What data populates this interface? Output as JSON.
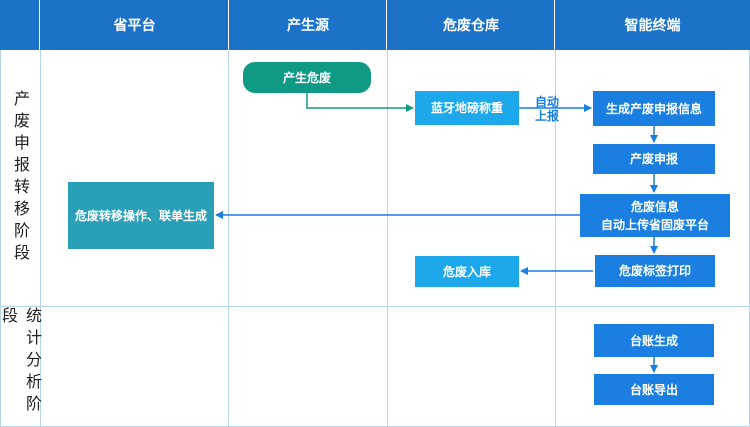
{
  "header": {
    "platform": "省平台",
    "producer": "产生源",
    "warehouse": "危废仓库",
    "terminal": "智能终端"
  },
  "phases": {
    "transfer": "产废申报转移阶段",
    "analysis": "统计分析阶段"
  },
  "nodes": {
    "generate": "产生危废",
    "weigh": "蓝牙地磅称重",
    "gen_declare": "生成产废申报信息",
    "declare": "产废申报",
    "upload_line1": "危废信息",
    "upload_line2": "自动上传省固废平台",
    "transfer_op": "危废转移操作、联单生成",
    "print_label": "危废标签打印",
    "storage": "危废入库",
    "ledger_gen": "台账生成",
    "ledger_export": "台账导出"
  },
  "edge_labels": {
    "auto_line1": "自动",
    "auto_line2": "上报"
  },
  "colors": {
    "header": "#1b72c8",
    "node_blue": "#1a7fe0",
    "node_light_blue": "#1ea8ec",
    "node_teal": "#2aa0b8",
    "node_green": "#0f9a85",
    "grid": "#b7d4ea"
  }
}
